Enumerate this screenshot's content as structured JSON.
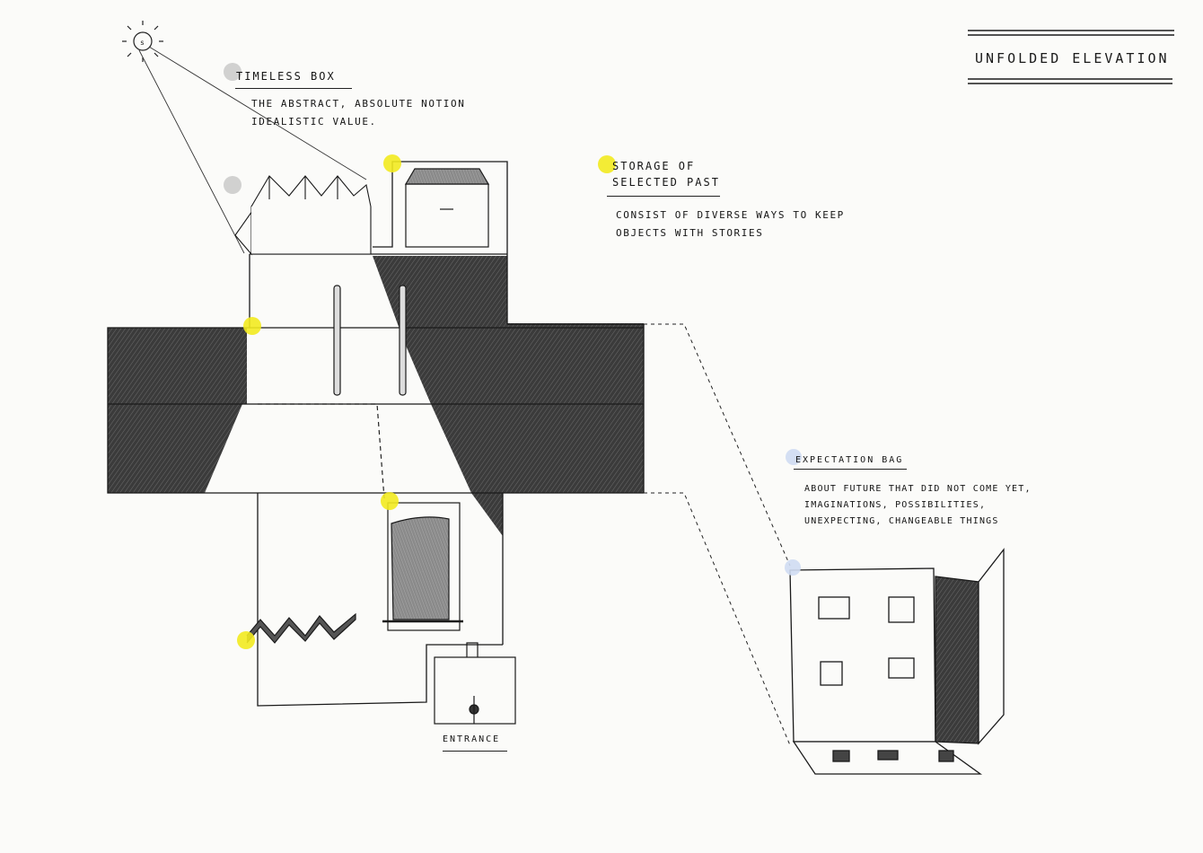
{
  "title": "UNFOLDED ELEVATION",
  "labels": {
    "timeless": {
      "title": "TIMELESS BOX",
      "lines": [
        "THE ABSTRACT, ABSOLUTE NOTION",
        "IDEALISTIC VALUE."
      ]
    },
    "storage": {
      "title_lines": [
        "STORAGE OF",
        "SELECTED PAST"
      ],
      "lines": [
        "CONSIST OF DIVERSE WAYS TO KEEP",
        "OBJECTS WITH STORIES"
      ]
    },
    "expectation": {
      "title": "EXPECTATION BAG",
      "lines": [
        "ABOUT FUTURE THAT DID NOT COME YET,",
        "IMAGINATIONS, POSSIBILITIES,",
        "UNEXPECTING, CHANGEABLE THINGS"
      ]
    },
    "entrance": "ENTRANCE"
  },
  "colors": {
    "ink": "#1a1a1a",
    "shade": "#3a3a3a",
    "highlight_yellow": "#f2ea1f",
    "highlight_grey": "#c9c9c9",
    "highlight_blue": "#cfdcf2"
  }
}
